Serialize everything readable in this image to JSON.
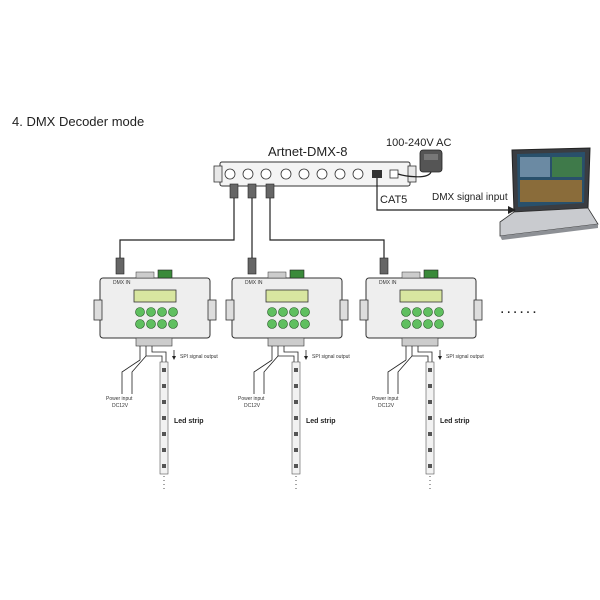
{
  "title": "4. DMX Decoder mode",
  "device_name": "Artnet-DMX-8",
  "power_label": "100-240V AC",
  "cable_label": "CAT5",
  "input_label": "DMX signal input",
  "continuation": "......",
  "decoder": {
    "dmx_in_label": "DMX IN",
    "spi_label": "SPI signal output",
    "power_input_label": "Power input",
    "voltage_label": "DC12V",
    "strip_label": "Led strip"
  }
}
